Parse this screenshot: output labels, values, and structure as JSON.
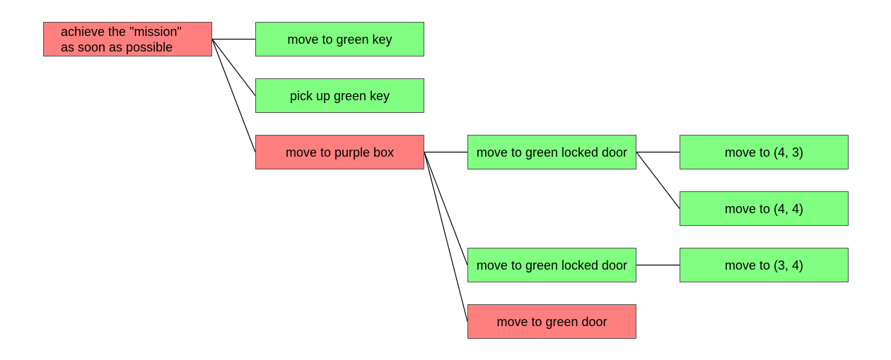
{
  "colors": {
    "fail": "#ff7f7f",
    "success": "#80ff80",
    "edge": "#000000"
  },
  "nodes": [
    {
      "id": "root",
      "label": "achieve the \"mission\"\nas soon as possible",
      "status": "fail"
    },
    {
      "id": "n1",
      "label": "move to green key",
      "status": "success"
    },
    {
      "id": "n2",
      "label": "pick up green key",
      "status": "success"
    },
    {
      "id": "n3",
      "label": "move to purple box",
      "status": "fail"
    },
    {
      "id": "n4",
      "label": "move to green locked door",
      "status": "success"
    },
    {
      "id": "n5",
      "label": "move to green locked door",
      "status": "success"
    },
    {
      "id": "n6",
      "label": "move to green door",
      "status": "fail"
    },
    {
      "id": "n7",
      "label": "move to (4, 3)",
      "status": "success"
    },
    {
      "id": "n8",
      "label": "move to (4, 4)",
      "status": "success"
    },
    {
      "id": "n9",
      "label": "move to (3, 4)",
      "status": "success"
    }
  ],
  "edges": [
    {
      "from": "root",
      "to": "n1"
    },
    {
      "from": "root",
      "to": "n2"
    },
    {
      "from": "root",
      "to": "n3"
    },
    {
      "from": "n3",
      "to": "n4"
    },
    {
      "from": "n3",
      "to": "n5"
    },
    {
      "from": "n3",
      "to": "n6"
    },
    {
      "from": "n4",
      "to": "n7"
    },
    {
      "from": "n4",
      "to": "n8"
    },
    {
      "from": "n5",
      "to": "n9"
    }
  ]
}
